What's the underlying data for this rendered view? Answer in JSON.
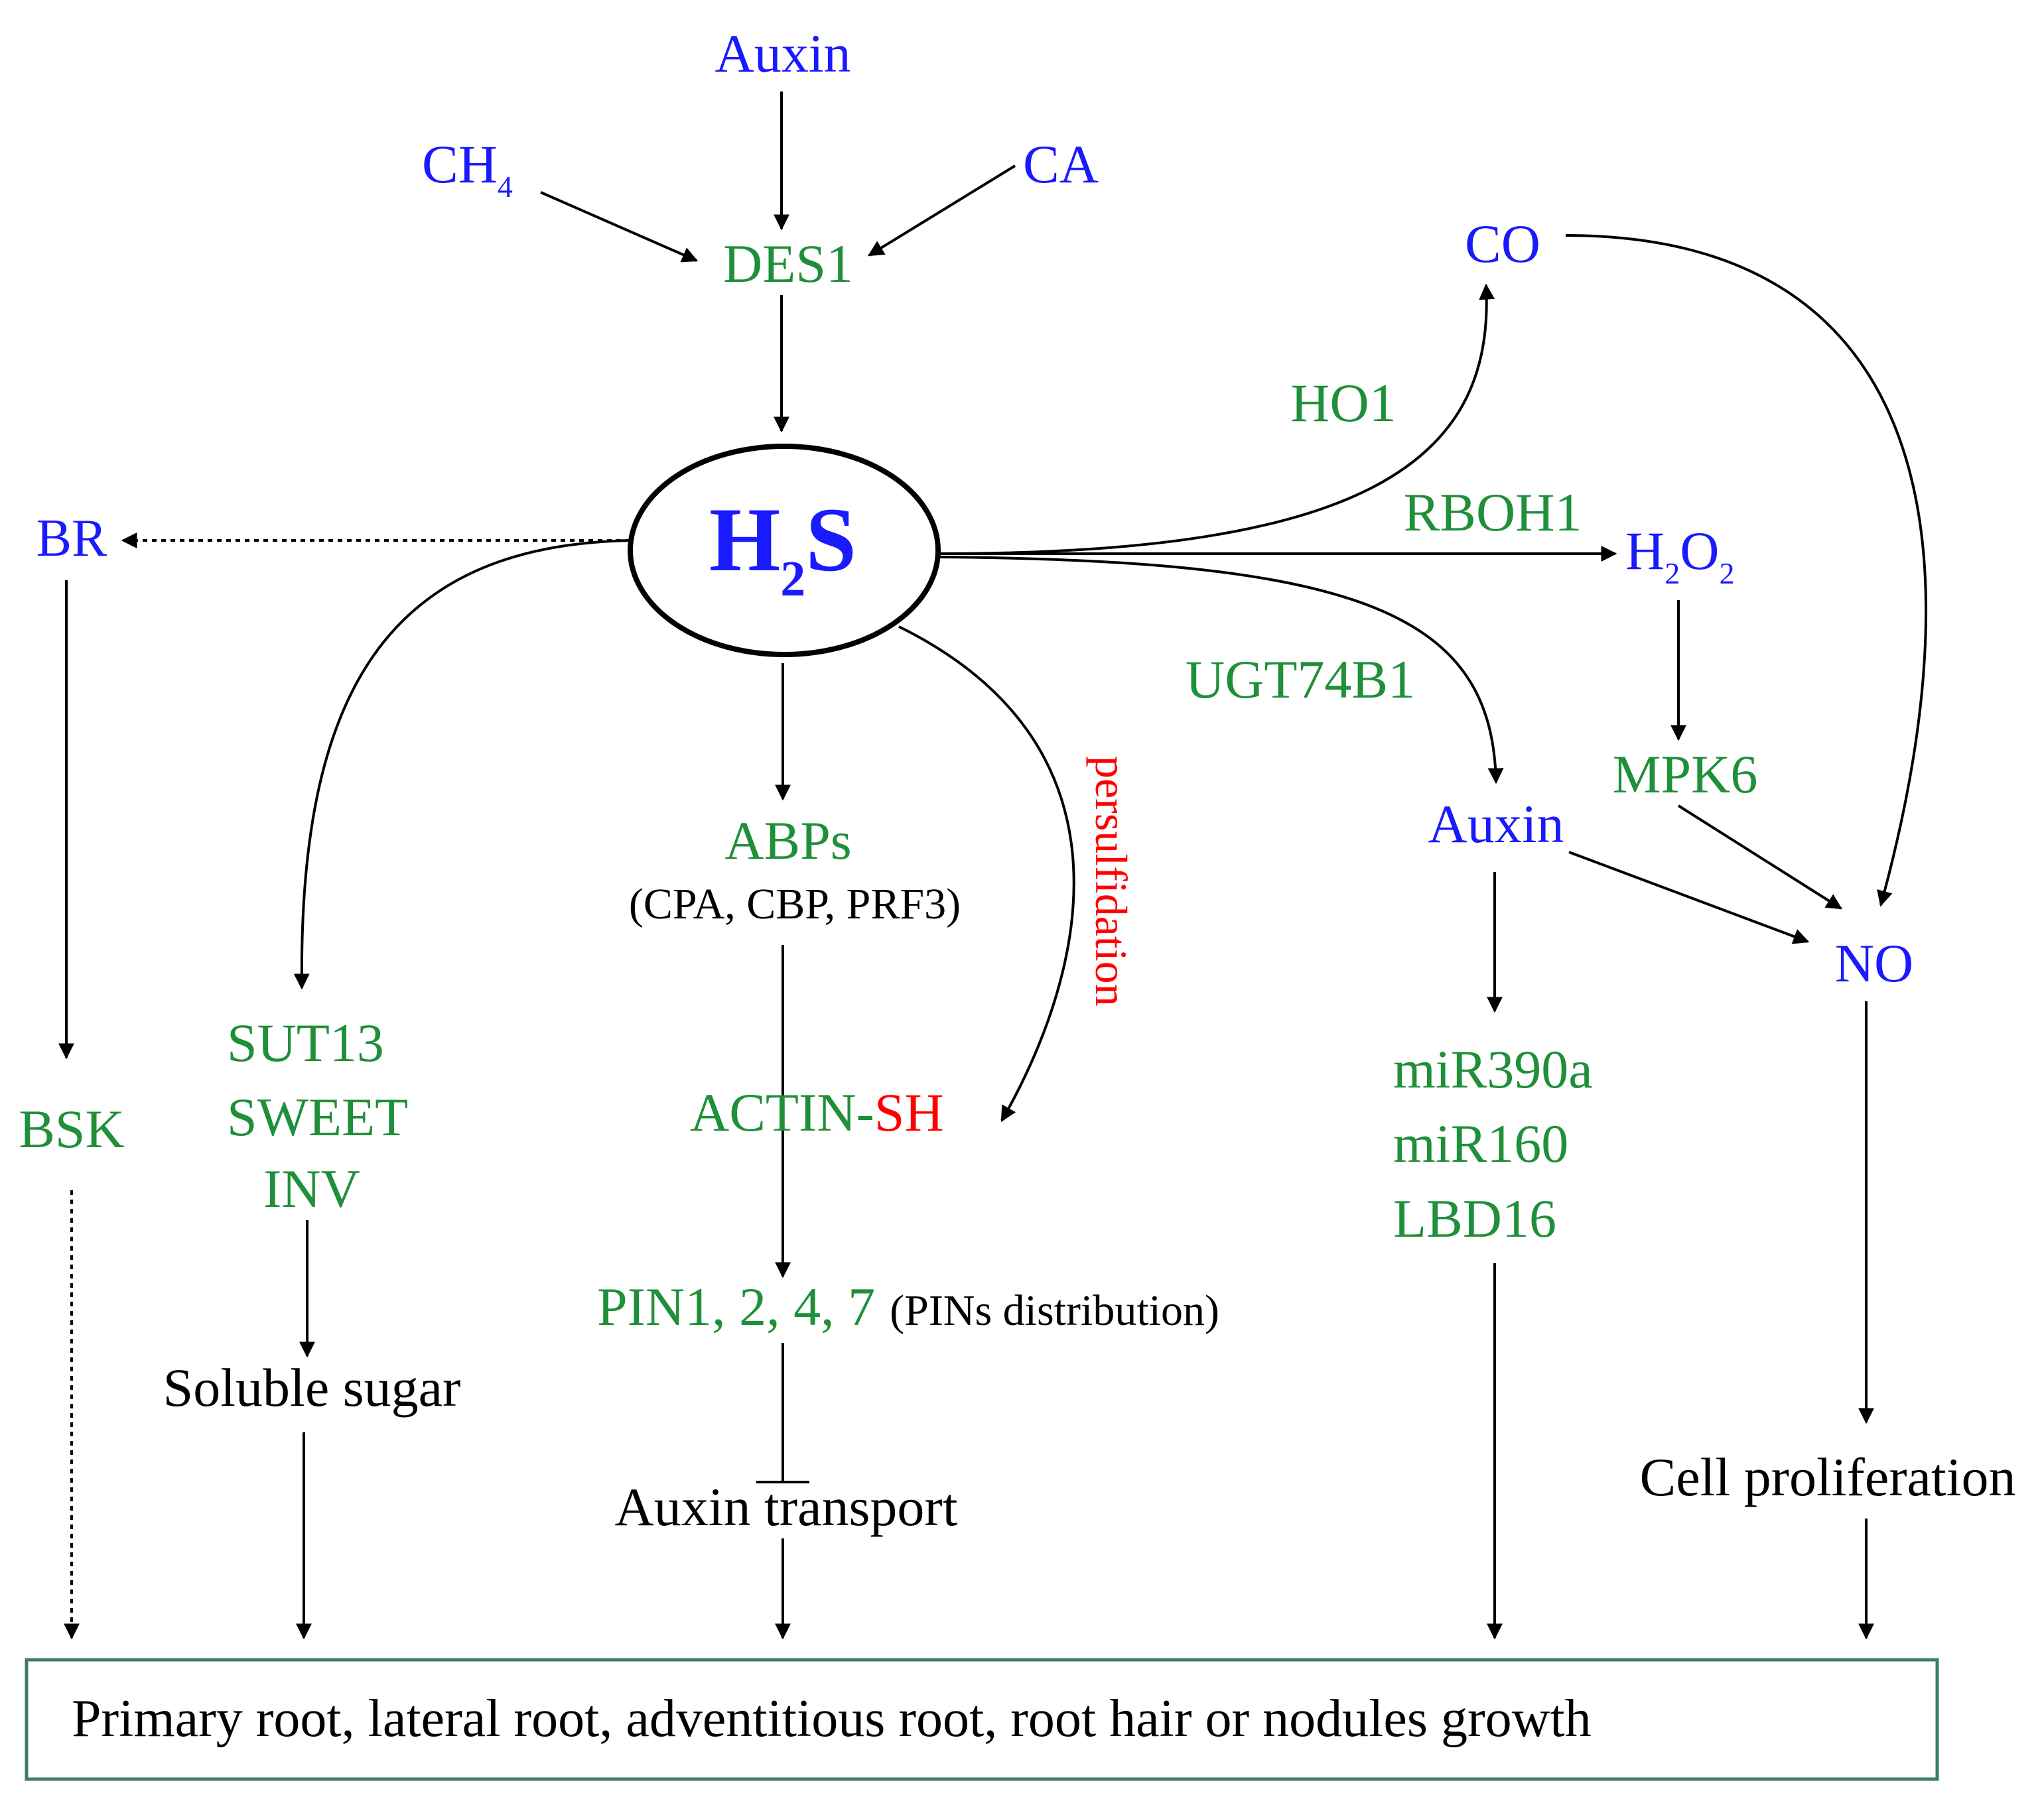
{
  "colors": {
    "signal_molecule": "#1a1aff",
    "gene_protein": "#1f8f3a",
    "modification": "#ff0000",
    "text": "#000000",
    "outcome_box_border": "#3d7d6e"
  },
  "nodes": {
    "auxin_top": "Auxin",
    "ch4_main": "CH",
    "ch4_sub": "4",
    "ca": "CA",
    "des1": "DES1",
    "h2s_h": "H",
    "h2s_sub": "2",
    "h2s_s": "S",
    "br": "BR",
    "bsk": "BSK",
    "sugar_genes": [
      "SUT13",
      "SWEET",
      "INV"
    ],
    "soluble_sugar": "Soluble sugar",
    "abps": "ABPs",
    "abps_members": "(CPA, CBP, PRF3)",
    "persulfidation": "persulfidation",
    "actin": "ACTIN-",
    "actin_sh": "SH",
    "pins": "PIN1, 2, 4, 7",
    "pins_note": "(PINs distribution)",
    "auxin_transport": "Auxin transport",
    "ho1": "HO1",
    "co": "CO",
    "rboh1": "RBOH1",
    "h2o2_h": "H",
    "h2o2_sub1": "2",
    "h2o2_o": "O",
    "h2o2_sub2": "2",
    "ugt74b1": "UGT74B1",
    "auxin_right": "Auxin",
    "mpk6": "MPK6",
    "no": "NO",
    "mirnas": [
      "miR390a",
      "miR160",
      "LBD16"
    ],
    "cell_proliferation": "Cell proliferation",
    "outcome": "Primary root, lateral root, adventitious root, root hair  or nodules growth"
  }
}
